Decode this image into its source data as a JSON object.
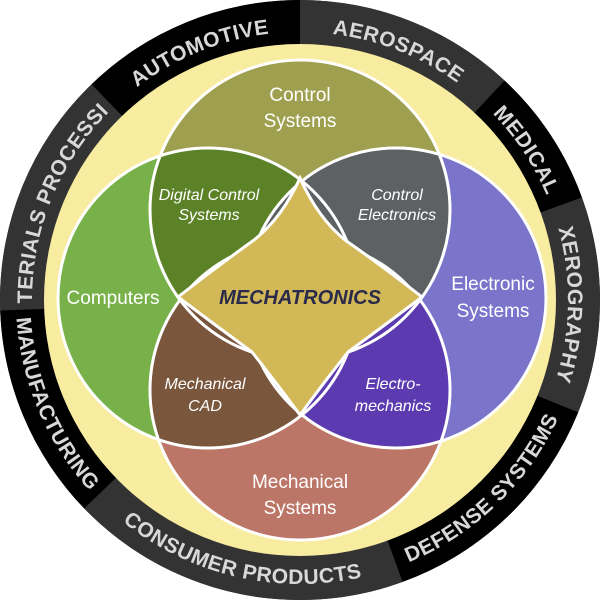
{
  "title": "MECHATRONICS",
  "circles": {
    "control": "Control Systems",
    "control_l1": "Control",
    "control_l2": "Systems",
    "computers": "Computers",
    "electronic_l1": "Electronic",
    "electronic_l2": "Systems",
    "mechanical_l1": "Mechanical",
    "mechanical_l2": "Systems"
  },
  "overlaps": {
    "digital_l1": "Digital Control",
    "digital_l2": "Systems",
    "ctrl_elec_l1": "Control",
    "ctrl_elec_l2": "Electronics",
    "mcad_l1": "Mechanical",
    "mcad_l2": "CAD",
    "electromech_l1": "Electro-",
    "electromech_l2": "mechanics"
  },
  "ring": [
    {
      "label": "AEROSPACE",
      "dir": "cw"
    },
    {
      "label": "MEDICAL",
      "dir": "cw"
    },
    {
      "label": "XEROGRAPHY",
      "dir": "cw"
    },
    {
      "label": "DEFENSE SYSTEMS",
      "dir": "ccw"
    },
    {
      "label": "CONSUMER PRODUCTS",
      "dir": "ccw"
    },
    {
      "label": "MANUFACTURING",
      "dir": "ccw"
    },
    {
      "label": "MATERIALS PROCESSING",
      "dir": "cw"
    },
    {
      "label": "AUTOMOTIVE",
      "dir": "cw"
    }
  ],
  "colors": {
    "ring_dark": "#000000",
    "ring_grey": "#333333",
    "yellow": "#f8eca0",
    "control": "#9fa04f",
    "computers": "#78b14a",
    "electronic": "#7a74cb",
    "mechanical": "#bc7667",
    "digital": "#5c8227",
    "ctrl_elec": "#5d6164",
    "mcad": "#7a563d",
    "electromech": "#5c3bb0",
    "core": "#d2b857"
  }
}
